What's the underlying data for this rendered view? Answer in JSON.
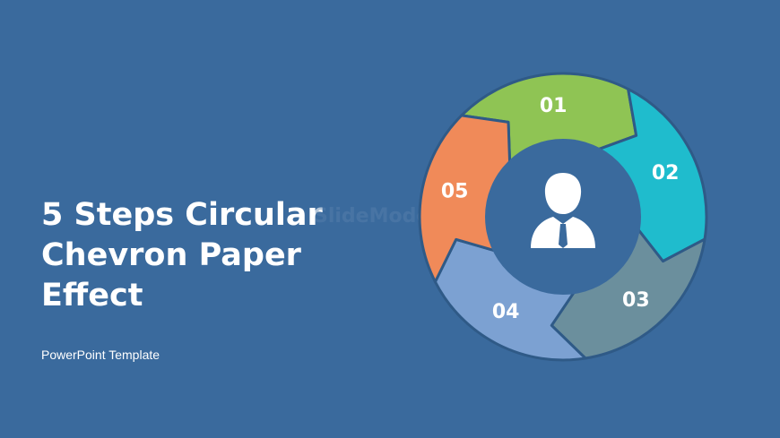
{
  "slide": {
    "title_lines": [
      "5 Steps Circular",
      "Chevron Paper",
      "Effect"
    ],
    "subtitle": "PowerPoint Template",
    "watermark": "SlideModel",
    "background": "#3a6a9d"
  },
  "diagram": {
    "center_icon": "business-person-icon",
    "steps": [
      {
        "label": "01",
        "color": "#8fc454"
      },
      {
        "label": "02",
        "color": "#1fbccd"
      },
      {
        "label": "03",
        "color": "#6b8f9d"
      },
      {
        "label": "04",
        "color": "#7ca1d2"
      },
      {
        "label": "05",
        "color": "#f08a59"
      }
    ]
  }
}
